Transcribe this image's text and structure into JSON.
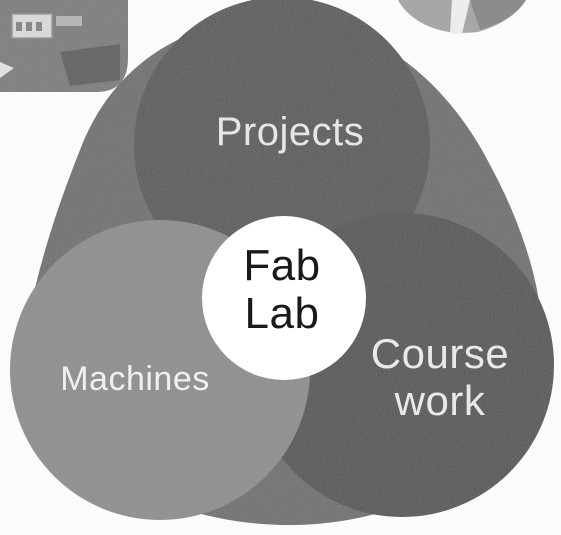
{
  "diagram": {
    "title": "",
    "center_lines": [
      "Fab",
      "Lab"
    ],
    "circles": [
      {
        "id": "projects",
        "label_lines": [
          "Projects"
        ],
        "color": "#5a5a5a"
      },
      {
        "id": "machines",
        "label_lines": [
          "Machines"
        ],
        "color": "#8e8e8e"
      },
      {
        "id": "coursework",
        "label_lines": [
          "Course",
          "work"
        ],
        "color": "#555555"
      }
    ]
  },
  "colors": {
    "background": "#fbfbfb",
    "outer_blob": "#6f6f6f",
    "center": "#ffffff",
    "center_text": "#1a1a1a"
  }
}
